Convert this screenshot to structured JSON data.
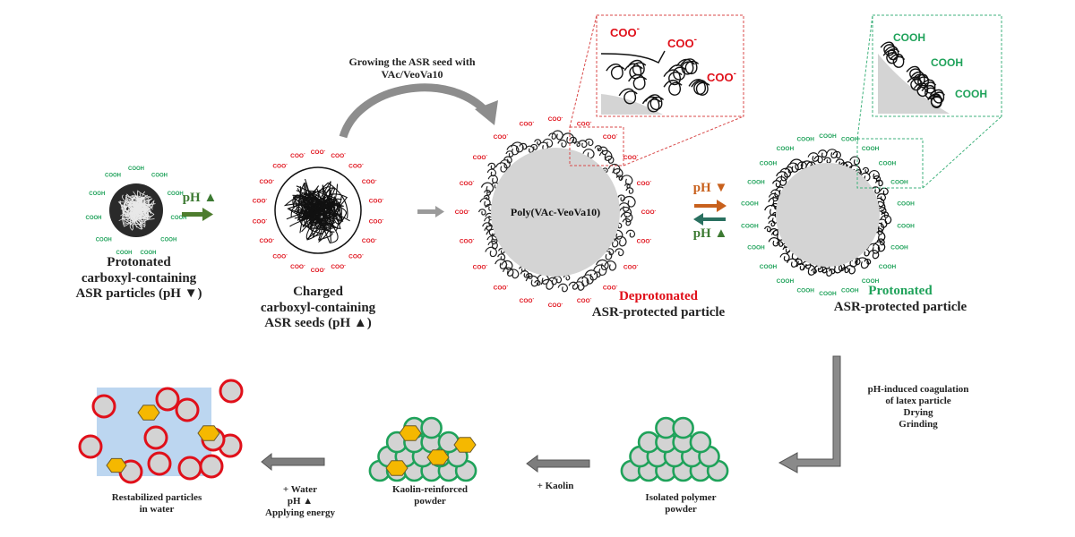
{
  "diagram": {
    "colors": {
      "carboxylate_red": "#e0101a",
      "carboxyl_green": "#1fa25a",
      "particle_core": "#d3d3d3",
      "arrow_gray": "#808080",
      "kaolin_yellow": "#f5b800",
      "water_blue": "#bcd6f0",
      "ph_up_green": "#3c7a32",
      "ph_down_orange": "#c8601c",
      "reverse_teal": "#2a7060"
    },
    "groups": {
      "carboxyl": "COOH",
      "carboxylate": "COO",
      "charge": "-"
    },
    "stage1": {
      "line1": "Protonated",
      "line2": "carboxyl-containing",
      "line3": "ASR particles (pH ▼)"
    },
    "arrow1": {
      "label": "pH ▲"
    },
    "stage2": {
      "line1": "Charged",
      "line2": "carboxyl-containing",
      "line3": "ASR seeds (pH ▲)"
    },
    "growth_arrow": {
      "line1": "Growing  the ASR seed with",
      "line2": "VAc/VeoVa10"
    },
    "stage3": {
      "core_label": "Poly(VAc-VeoVa10)",
      "state": "Deprotonated",
      "desc": "ASR-protected particle"
    },
    "equilibrium": {
      "forward_label": "pH ▼",
      "reverse_label": "pH ▲"
    },
    "stage4": {
      "state": "Protonated",
      "desc": "ASR-protected particle"
    },
    "process_step": {
      "line1": "pH-induced  coagulation",
      "line2": "of latex particle",
      "line3": "Drying",
      "line4": "Grinding"
    },
    "powder": {
      "line1": "Isolated polymer",
      "line2": "powder"
    },
    "kaolin_step": {
      "label": "+ Kaolin"
    },
    "reinforced": {
      "line1": "Kaolin-reinforced",
      "line2": "powder"
    },
    "water_step": {
      "line1": "+ Water",
      "line2": "pH ▲",
      "line3": "Applying  energy"
    },
    "restabilized": {
      "line1": "Restabilized particles",
      "line2": "in water"
    }
  }
}
